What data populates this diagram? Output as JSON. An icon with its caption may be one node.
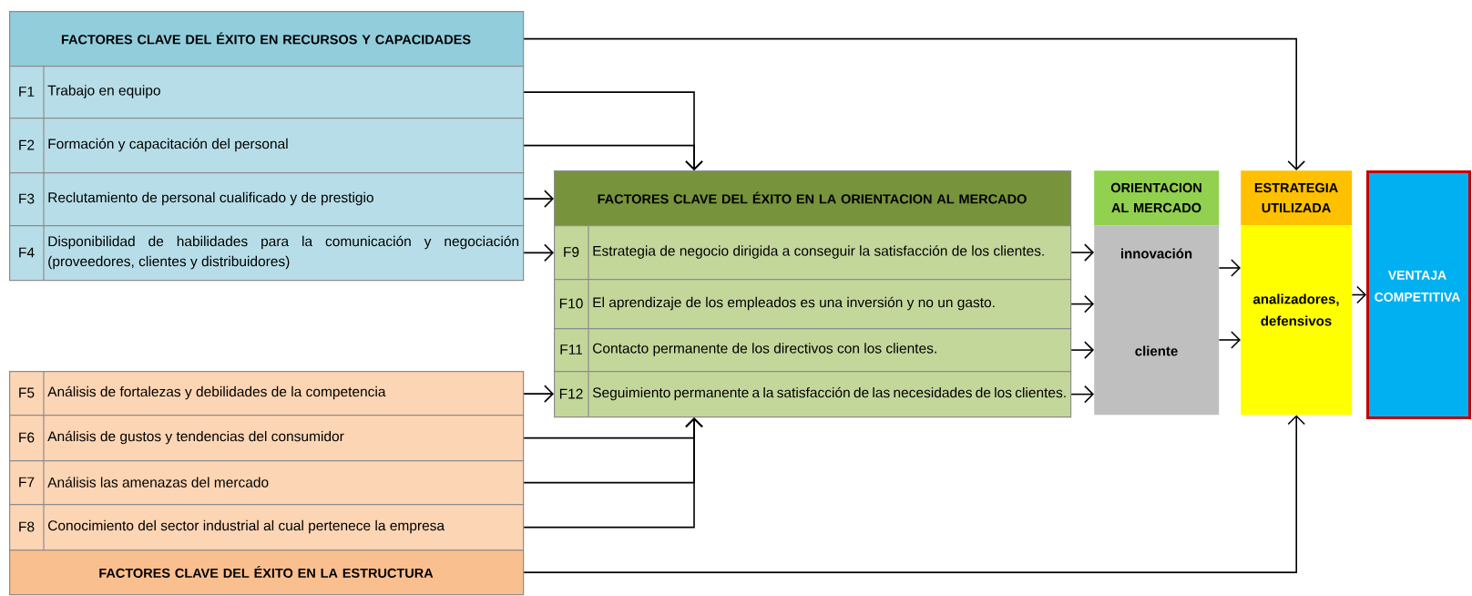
{
  "diagram": {
    "nodes": [
      {
        "text": [
          "FACTORES CLAVE DEL ÉXITO EN RECURSOS Y CAPACIDADES"
        ]
      },
      {
        "text": [
          "F1",
          "Trabajo en equipo"
        ]
      },
      {
        "text": [
          "F2",
          "Formación y capacitación del personal"
        ]
      },
      {
        "text": [
          "F3",
          "Reclutamiento de personal cualificado y de prestigio"
        ]
      },
      {
        "text": [
          "F4",
          "Disponibilidad de habilidades para la comunicación y negociación (proveedores, clientes y distribuidores)"
        ]
      },
      {
        "text": [
          "F5",
          "Análisis de fortalezas y debilidades de la competencia"
        ]
      },
      {
        "text": [
          "F6",
          "Análisis de gustos y tendencias del consumidor"
        ]
      },
      {
        "text": [
          "F7",
          "Análisis las amenazas del mercado"
        ]
      },
      {
        "text": [
          "F8",
          "Conocimiento del sector industrial al cual pertenece la empresa"
        ]
      },
      {
        "text": [
          "FACTORES CLAVE DEL ÉXITO EN LA ESTRUCTURA"
        ]
      },
      {
        "text": [
          "FACTORES CLAVE DEL ÉXITO EN LA ORIENTACION AL MERCADO"
        ]
      },
      {
        "text": [
          "F9",
          "Estrategia de negocio dirigida a conseguir la satisfacción de los clientes."
        ]
      },
      {
        "text": [
          "F10",
          "El aprendizaje de los empleados es una inversión y no un gasto."
        ]
      },
      {
        "text": [
          "F11",
          "Contacto permanente de los directivos con los clientes."
        ]
      },
      {
        "text": [
          "F12",
          "Seguimiento permanente a la satisfacción de las necesidades de los clientes."
        ]
      },
      {
        "text": [
          "ORIENTACION AL MERCADO"
        ]
      },
      {
        "text": [
          "innovación",
          "cliente"
        ]
      },
      {
        "text": [
          "ESTRATEGIA UTILIZADA"
        ]
      },
      {
        "text": [
          "analizadores, defensivos"
        ]
      },
      {
        "text": [
          "VENTAJA COMPETITIVA"
        ]
      }
    ],
    "edges": [
      {
        "from": 0,
        "to": 17,
        "arrow": "to"
      },
      {
        "from": 1,
        "to": 10,
        "arrow": "to"
      },
      {
        "from": 2,
        "to": 10,
        "arrow": "to"
      },
      {
        "from": 3,
        "to": 10,
        "arrow": "to"
      },
      {
        "from": 4,
        "to": 11,
        "arrow": "to"
      },
      {
        "from": 5,
        "to": 14,
        "arrow": "to"
      },
      {
        "from": 6,
        "to": 14,
        "arrow": "to"
      },
      {
        "from": 7,
        "to": 14,
        "arrow": "to"
      },
      {
        "from": 8,
        "to": 14,
        "arrow": "to"
      },
      {
        "from": 9,
        "to": 18,
        "arrow": "to"
      },
      {
        "from": 11,
        "to": 16,
        "arrow": "to"
      },
      {
        "from": 12,
        "to": 16,
        "arrow": "to"
      },
      {
        "from": 13,
        "to": 16,
        "arrow": "to"
      },
      {
        "from": 14,
        "to": 16,
        "arrow": "to"
      },
      {
        "from": 16,
        "to": 18,
        "arrow": "to"
      },
      {
        "from": 16,
        "to": 18,
        "arrow": "to"
      },
      {
        "from": 18,
        "to": 19,
        "arrow": "to"
      }
    ]
  }
}
